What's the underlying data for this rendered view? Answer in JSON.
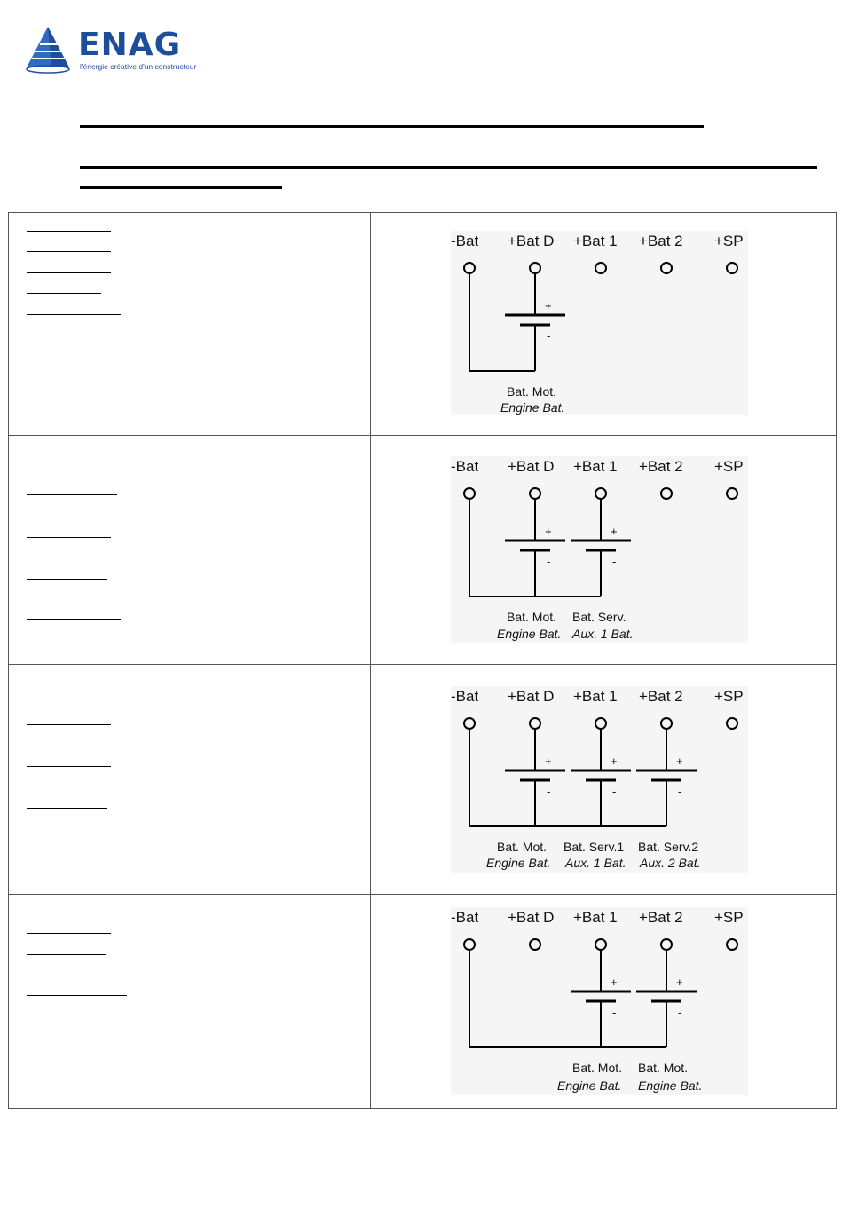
{
  "logo": {
    "name": "ENAG",
    "tagline": "l'énergie créative d'un constructeur",
    "brand_color": "#1e4e9a"
  },
  "terminals": [
    "-Bat",
    "+Bat D",
    "+Bat 1",
    "+Bat 2",
    "+SP"
  ],
  "diagrams": [
    {
      "batteries": [
        {
          "line1": "Bat. Mot.",
          "line2": "Engine Bat.",
          "plus": "+",
          "minus": "-"
        }
      ]
    },
    {
      "batteries": [
        {
          "line1": "Bat. Mot.",
          "line2": "Engine Bat.",
          "plus": "+",
          "minus": "-"
        },
        {
          "line1": "Bat. Serv.",
          "line2": "Aux. 1 Bat.",
          "plus": "+",
          "minus": "-"
        }
      ]
    },
    {
      "batteries": [
        {
          "line1": "Bat. Mot.",
          "line2": "Engine Bat.",
          "plus": "+",
          "minus": "-"
        },
        {
          "line1": "Bat. Serv.1",
          "line2": "Aux. 1 Bat.",
          "plus": "+",
          "minus": "-"
        },
        {
          "line1": "Bat. Serv.2",
          "line2": "Aux. 2 Bat.",
          "plus": "+",
          "minus": "-"
        }
      ]
    },
    {
      "batteries": [
        {
          "line1": "Bat. Mot.",
          "line2": "Engine Bat.",
          "plus": "+",
          "minus": "-"
        },
        {
          "line1": "Bat. Mot.",
          "line2": "Engine Bat.",
          "plus": "+",
          "minus": "-"
        }
      ]
    }
  ]
}
